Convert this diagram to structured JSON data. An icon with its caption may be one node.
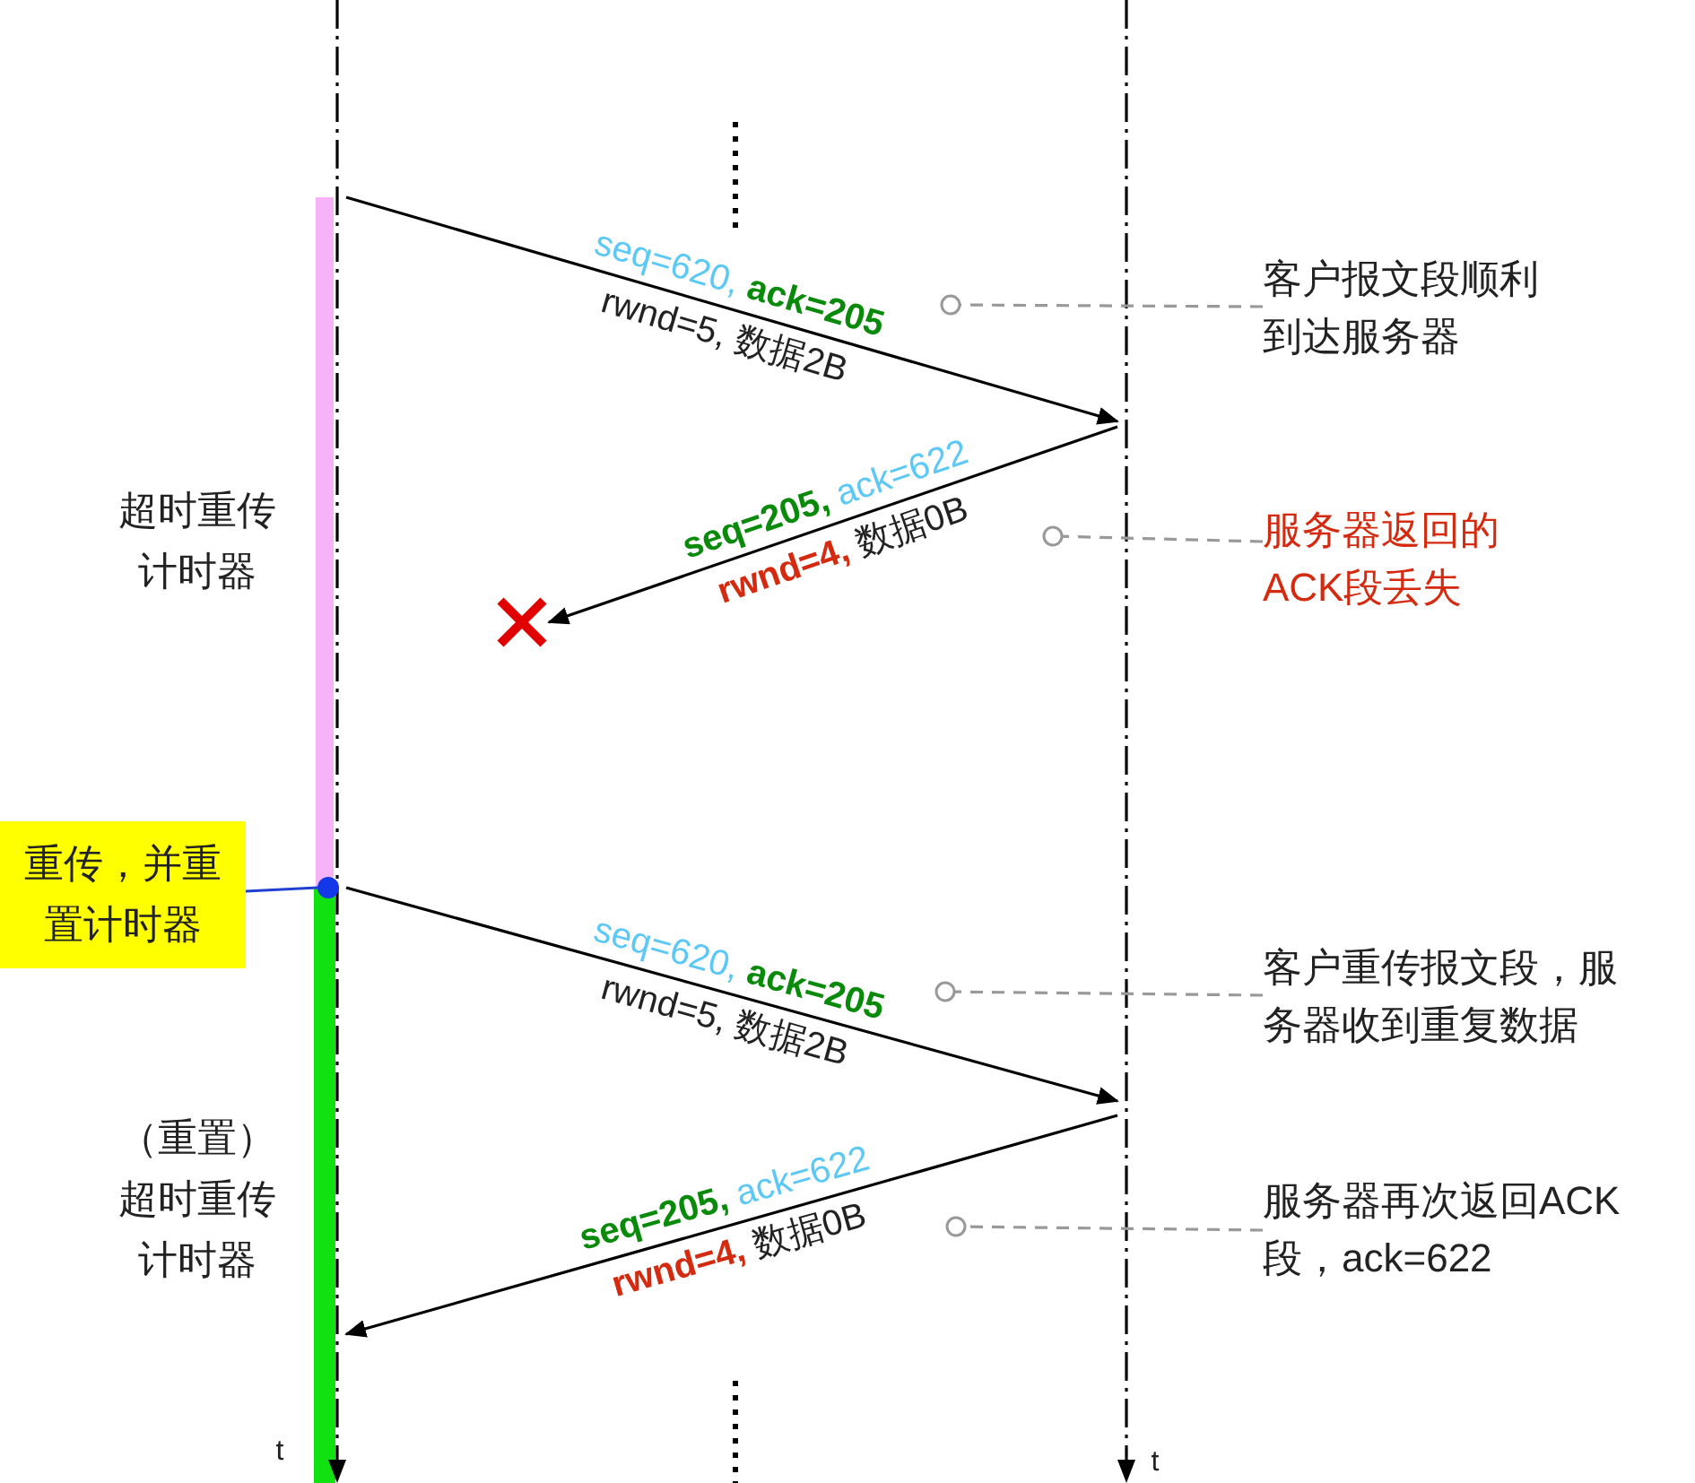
{
  "diagram": {
    "nodes": [
      {
        "text": [],
        "shape": "line"
      },
      {
        "text": [],
        "shape": "line"
      },
      {
        "text": [],
        "shape": "cross"
      },
      {
        "text": [
          "客户报文段顺利到达服务器"
        ]
      },
      {
        "text": [
          "服务器返回的ACK段丢失"
        ]
      },
      {
        "text": [
          "重传，并重置计时器"
        ]
      },
      {
        "text": [],
        "shape": "circle"
      },
      {
        "text": [
          "客户重传报文段，服务器收到重复数据"
        ]
      },
      {
        "text": [
          "服务器再次返回ACK段，ack=622"
        ]
      }
    ],
    "edges": [
      {
        "from": 0,
        "to": 1,
        "arrow": "to",
        "label": "seq=620, ack=205 rwnd=5, 数据2B"
      },
      {
        "from": 1,
        "to": 2,
        "arrow": "to",
        "label": "seq=205, ack=622 rwnd=4, 数据0B"
      },
      {
        "from": 0,
        "to": 1,
        "arrow": "to",
        "label": "seq=620, ack=205 rwnd=5, 数据2B"
      },
      {
        "from": 1,
        "to": 0,
        "arrow": "to",
        "label": "seq=205, ack=622 rwnd=4, 数据0B"
      },
      {
        "from": 5,
        "to": 6,
        "arrow": "none",
        "color": "#1f3fd0"
      },
      {
        "from": 3,
        "to": null,
        "arrow": "other",
        "style": "dashed",
        "color": "#999999"
      },
      {
        "from": 4,
        "to": null,
        "arrow": "other",
        "style": "dashed",
        "color": "#999999"
      },
      {
        "from": 7,
        "to": null,
        "arrow": "other",
        "style": "dashed",
        "color": "#999999"
      },
      {
        "from": 8,
        "to": null,
        "arrow": "other",
        "style": "dashed",
        "color": "#999999"
      }
    ],
    "labels": [
      "超时重传计时器",
      "（重置）超时重传计时器",
      "t",
      "t"
    ]
  }
}
